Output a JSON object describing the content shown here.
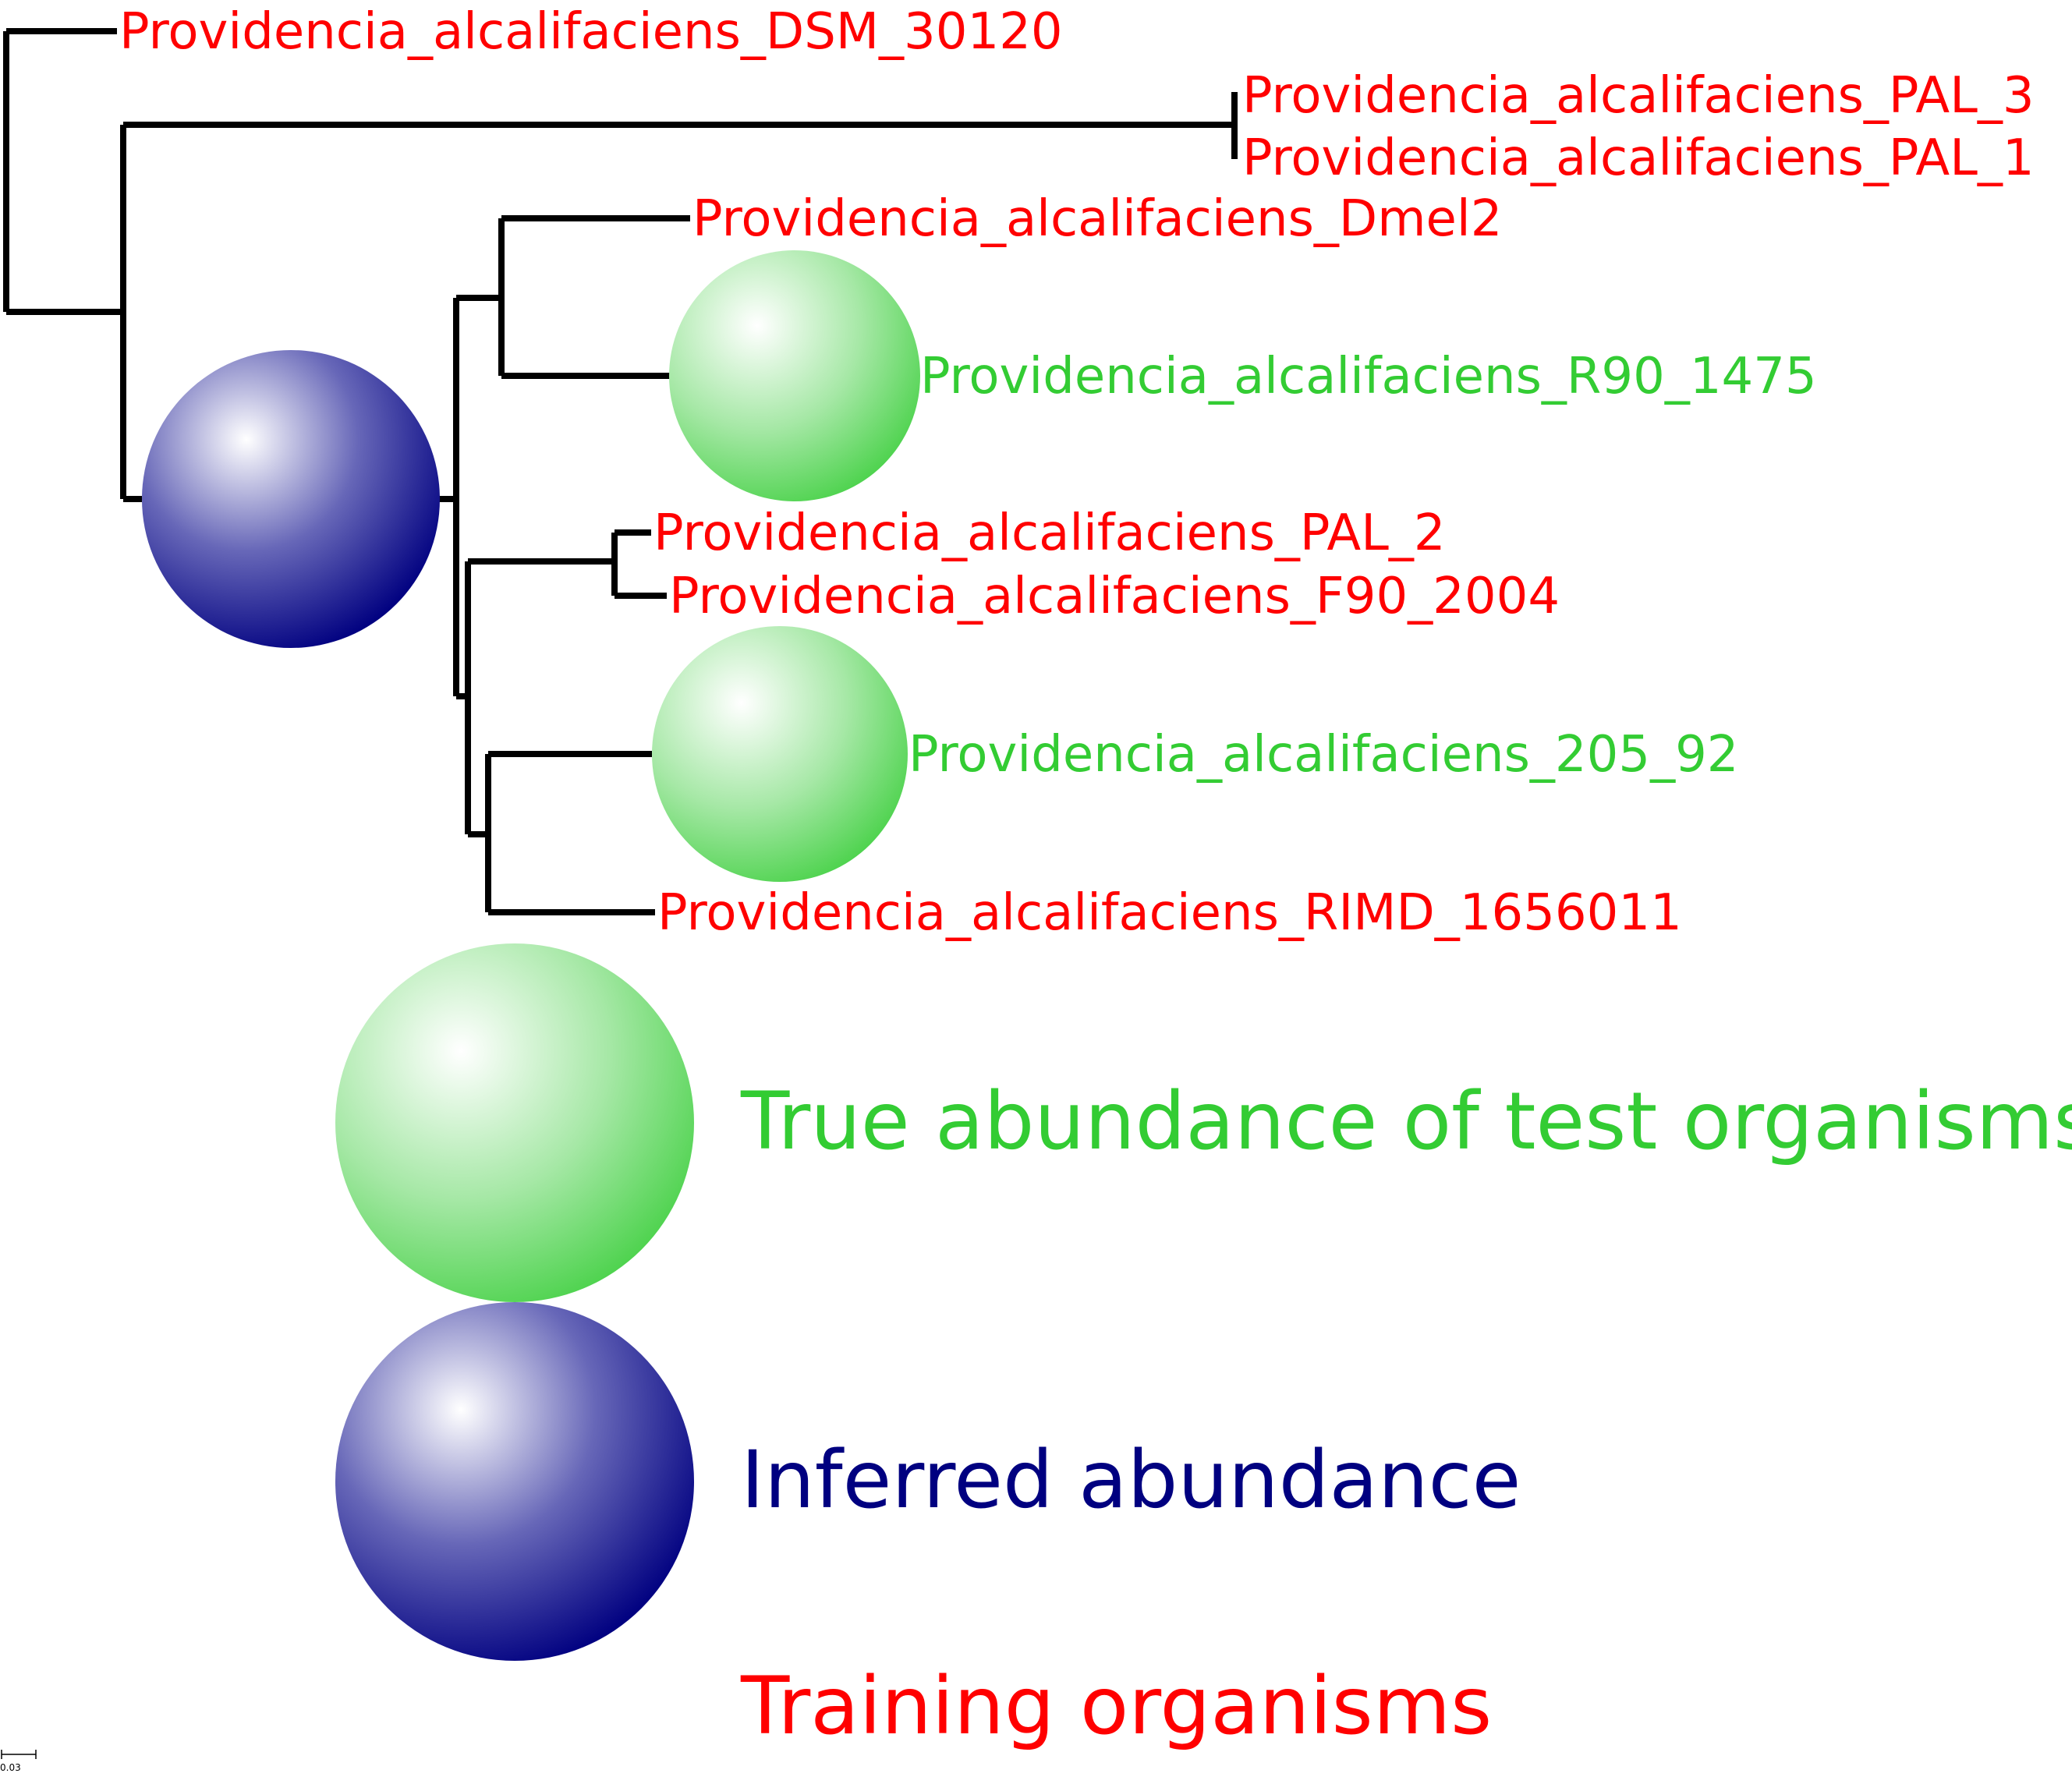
{
  "colors": {
    "training": "#ff0000",
    "test": "#33cc33",
    "inferred": "#000080",
    "branch": "#000000"
  },
  "leaves": [
    {
      "label": "Providencia_alcalifaciens_DSM_30120",
      "group": "training"
    },
    {
      "label": "Providencia_alcalifaciens_PAL_3",
      "group": "training"
    },
    {
      "label": "Providencia_alcalifaciens_PAL_1",
      "group": "training"
    },
    {
      "label": "Providencia_alcalifaciens_Dmel2",
      "group": "training"
    },
    {
      "label": "Providencia_alcalifaciens_R90_1475",
      "group": "test"
    },
    {
      "label": "Providencia_alcalifaciens_PAL_2",
      "group": "training"
    },
    {
      "label": "Providencia_alcalifaciens_F90_2004",
      "group": "training"
    },
    {
      "label": "Providencia_alcalifaciens_205_92",
      "group": "test"
    },
    {
      "label": "Providencia_alcalifaciens_RIMD_1656011",
      "group": "training"
    }
  ],
  "legend": {
    "test_label": "True abundance of test organisms",
    "inferred_label": "Inferred abundance",
    "training_label": "Training organisms"
  },
  "scale_bar": {
    "label": "0.03"
  }
}
